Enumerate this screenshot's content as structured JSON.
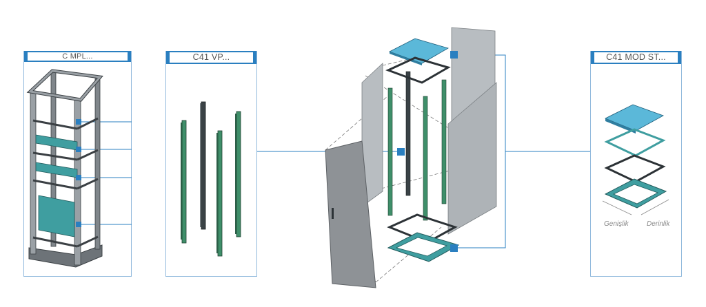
{
  "panels": {
    "frame": {
      "title": "C MPL..."
    },
    "uprights": {
      "title": "C41 VP..."
    },
    "module": {
      "title": "C41 MOD ST..."
    }
  },
  "labels": {
    "width": "Genişlik",
    "depth": "Derinlik"
  },
  "colors": {
    "accent_blue": "#2a7fc0",
    "teal": "#3f9ea0",
    "top_panel": "#5bb8d9",
    "side_panel": "#b8bdc1",
    "frame_gray": "#6d7378"
  }
}
